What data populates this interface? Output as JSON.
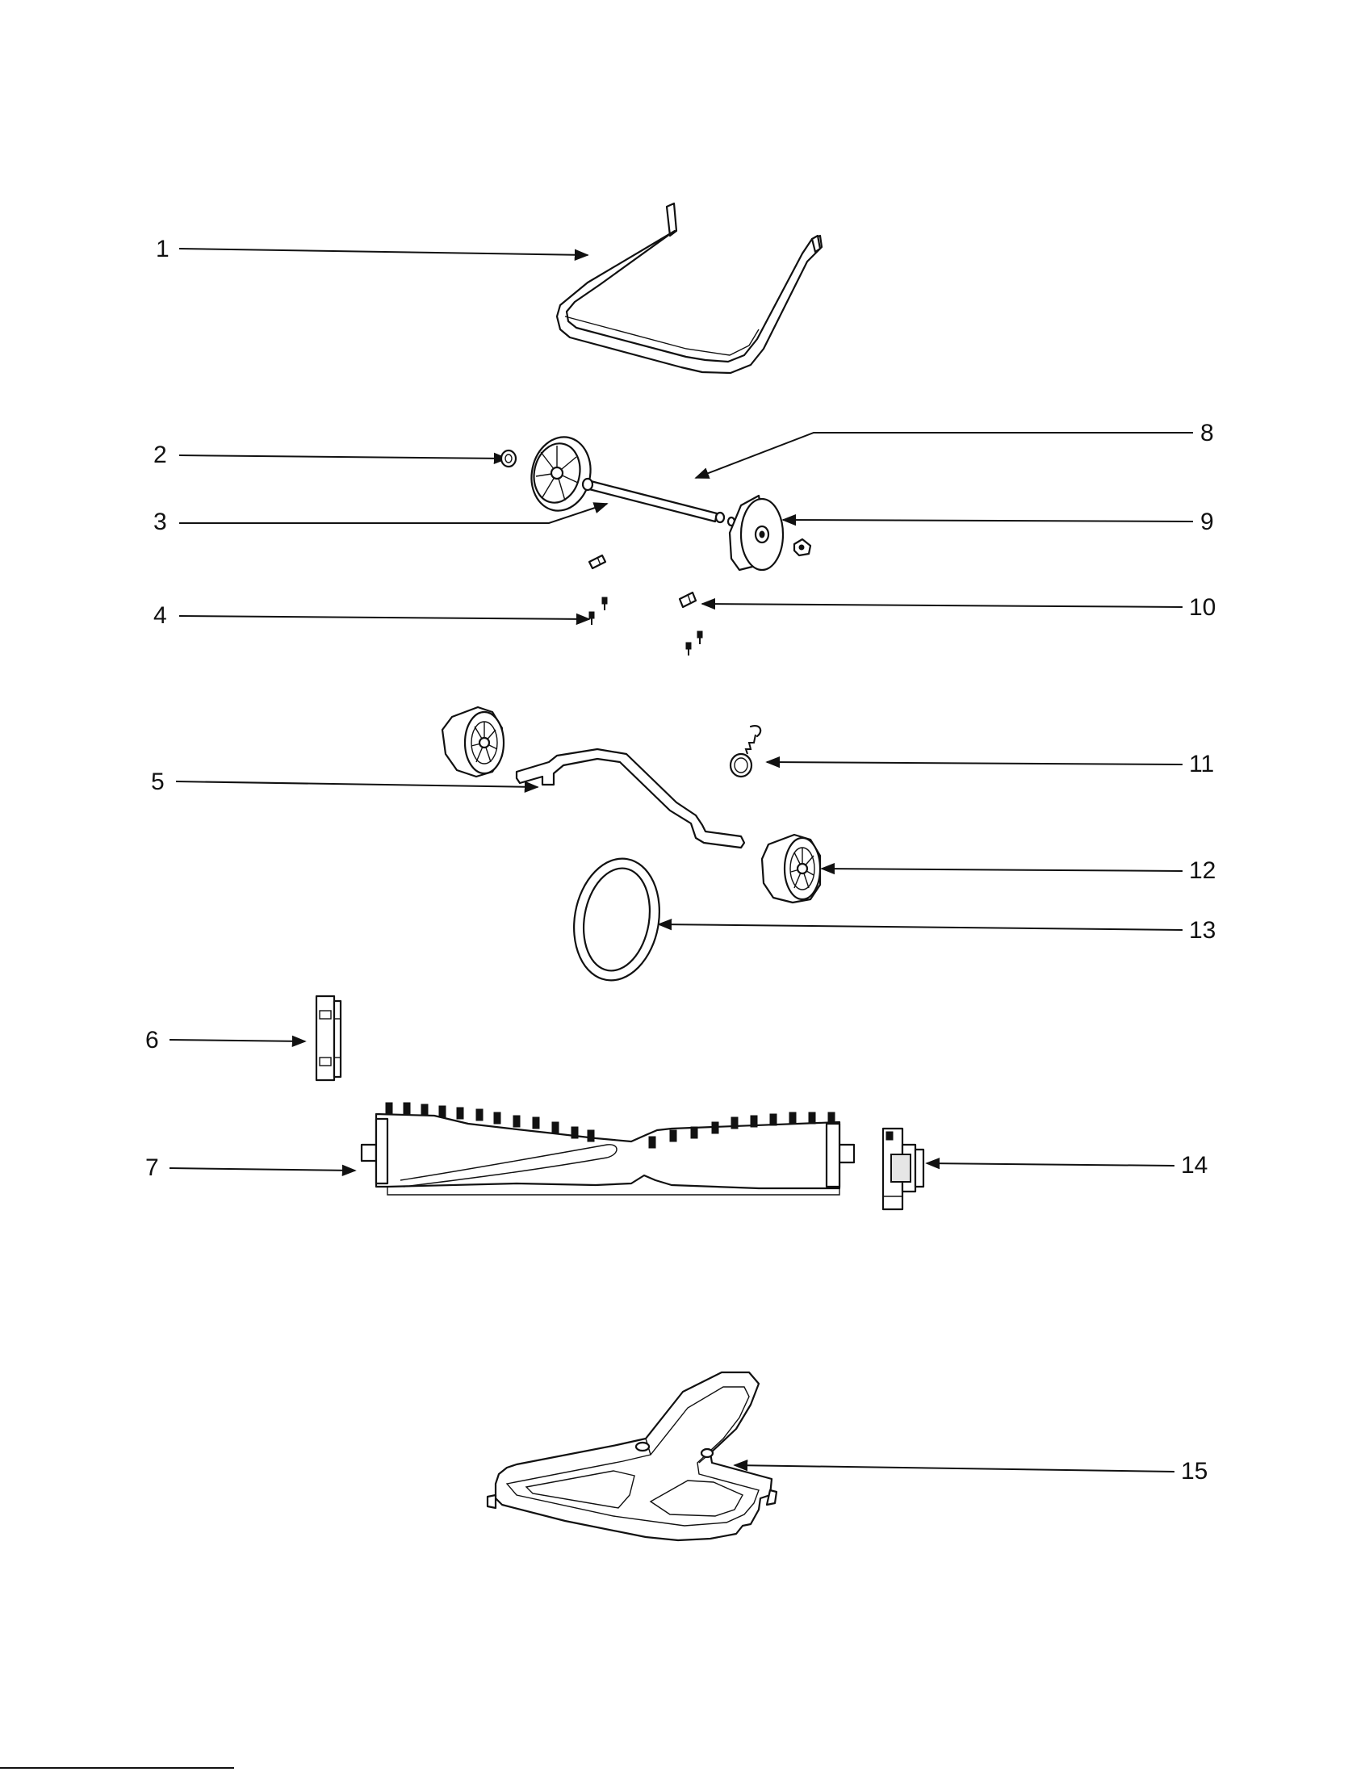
{
  "diagram": {
    "callouts": [
      {
        "id": "1",
        "label": "1",
        "part": "handle-bail"
      },
      {
        "id": "2",
        "label": "2",
        "part": "axle-nut"
      },
      {
        "id": "3",
        "label": "3",
        "part": "rear-wheel-left"
      },
      {
        "id": "4",
        "label": "4",
        "part": "screws-left"
      },
      {
        "id": "5",
        "label": "5",
        "part": "front-axle"
      },
      {
        "id": "6",
        "label": "6",
        "part": "brushroll-end-cap-left"
      },
      {
        "id": "7",
        "label": "7",
        "part": "brushroll"
      },
      {
        "id": "8",
        "label": "8",
        "part": "rear-axle"
      },
      {
        "id": "9",
        "label": "9",
        "part": "rear-wheel-right"
      },
      {
        "id": "10",
        "label": "10",
        "part": "axle-clip-right"
      },
      {
        "id": "11",
        "label": "11",
        "part": "spring"
      },
      {
        "id": "12",
        "label": "12",
        "part": "front-wheel-right"
      },
      {
        "id": "13",
        "label": "13",
        "part": "drive-belt"
      },
      {
        "id": "14",
        "label": "14",
        "part": "brushroll-end-cap-right"
      },
      {
        "id": "15",
        "label": "15",
        "part": "base-plate"
      }
    ]
  }
}
